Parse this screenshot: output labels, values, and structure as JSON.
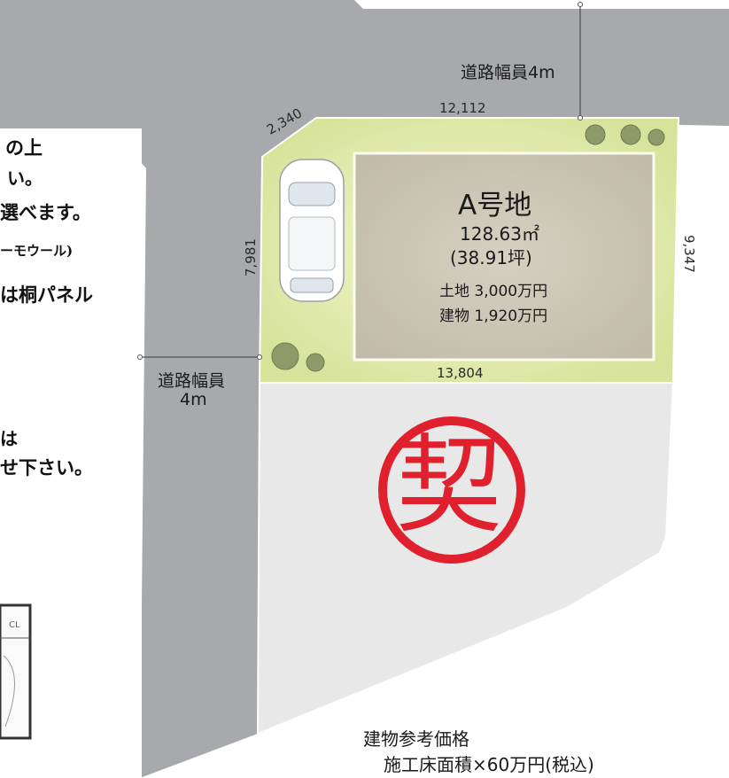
{
  "left_notes": {
    "line1": "の上",
    "line2": "い。",
    "line3": "選べます。",
    "line4": "ーモウール)",
    "line5": "は桐パネル",
    "line6": "は",
    "line7": "せ下さい。"
  },
  "roads": {
    "north_label": "道路幅員4m",
    "west_label_1": "道路幅員",
    "west_label_2": "4m"
  },
  "dimensions": {
    "top": "12,112",
    "corner": "2,340",
    "left": "7,981",
    "right": "9,347",
    "bottom": "13,804"
  },
  "lot_a": {
    "name": "A号地",
    "area_sqm": "128.63㎡",
    "area_tsubo": "(38.91坪)",
    "land_price": "土地 3,000万円",
    "building_price": "建物 1,920万円"
  },
  "lot_b": {
    "stamp_char": "契"
  },
  "reference": {
    "title": "建物参考価格",
    "formula": "施工床面積×60万円(税込)"
  },
  "floorplan_inset": {
    "label": "CL"
  },
  "colors": {
    "road": "#a7a9ac",
    "lot_a_fill": "#e8efb9",
    "lot_b_fill": "#e8e8e9",
    "building_fill": "#ccc6b8",
    "stamp": "#e0202c"
  }
}
